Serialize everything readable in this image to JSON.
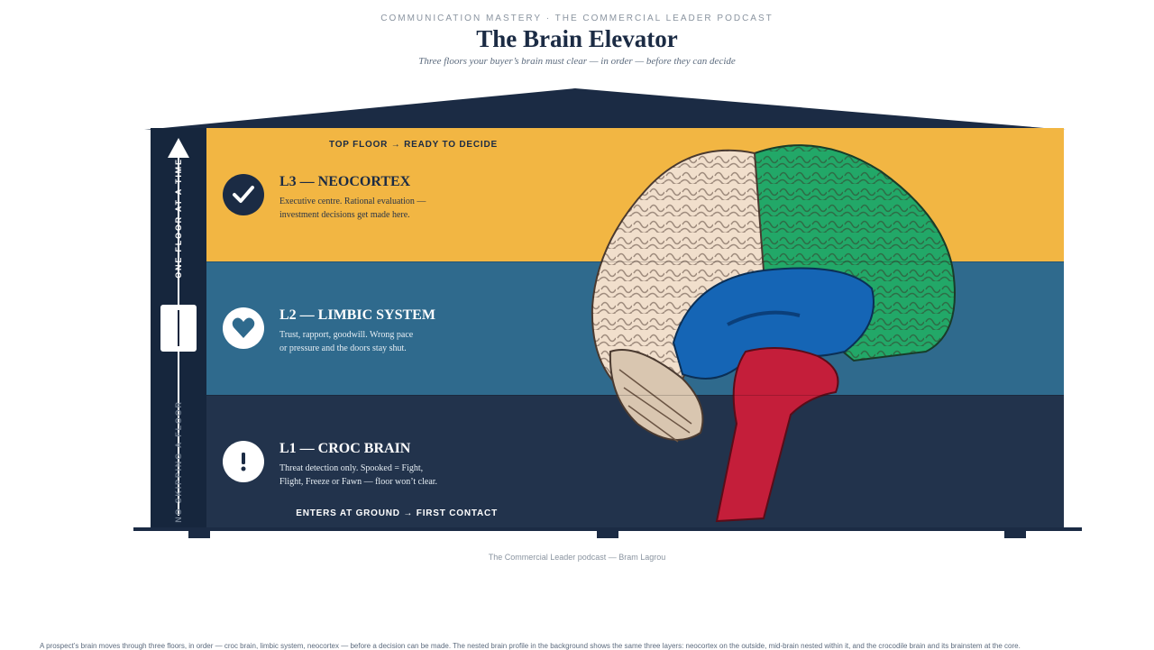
{
  "header": {
    "kicker": "COMMUNICATION MASTERY · THE COMMERCIAL LEADER PODCAST",
    "title": "The Brain Elevator",
    "subtitle": "Three floors your buyer’s brain must clear — in order — before they can decide"
  },
  "shaft": {
    "top_label": "ONE FLOOR AT A TIME",
    "bottom_label": "NO SKIPPING A FLOOR"
  },
  "floors": [
    {
      "title": "L3 — NEOCORTEX",
      "desc_line1": "Executive centre. Rational evaluation —",
      "desc_line2": "investment decisions get made here.",
      "icon": "checkmark-icon",
      "color": "#f2b643"
    },
    {
      "title": "L2 — LIMBIC SYSTEM",
      "desc_line1": "Trust, rapport, goodwill. Wrong pace",
      "desc_line2": "or pressure and the doors stay shut.",
      "icon": "heart-icon",
      "color": "#2f6a8d"
    },
    {
      "title": "L1 — CROC BRAIN",
      "desc_line1": "Threat detection only. Spooked = Fight,",
      "desc_line2": "Flight, Freeze or Fawn — floor won’t clear.",
      "icon": "exclamation-icon",
      "color": "#22334c"
    }
  ],
  "captions": {
    "top_floor": "TOP FLOOR → READY TO DECIDE",
    "ground_floor": "ENTERS AT GROUND → FIRST CONTACT"
  },
  "footer": {
    "credit": "The Commercial Leader podcast — Bram Lagrou",
    "description": "A prospect’s brain moves through three floors, in order — croc brain, limbic system, neocortex — before a decision can be made. The nested brain profile in the background shows the same three layers: neocortex on the outside, mid-brain nested within it, and the crocodile brain and its brainstem at the core."
  },
  "colors": {
    "navy": "#1b2b44",
    "amber": "#f2b643",
    "teal": "#2f6a8d",
    "neocortex_front": "#f1dfcc",
    "neocortex_back": "#22a868",
    "limbic": "#1565b5",
    "brainstem": "#c41e3a"
  }
}
